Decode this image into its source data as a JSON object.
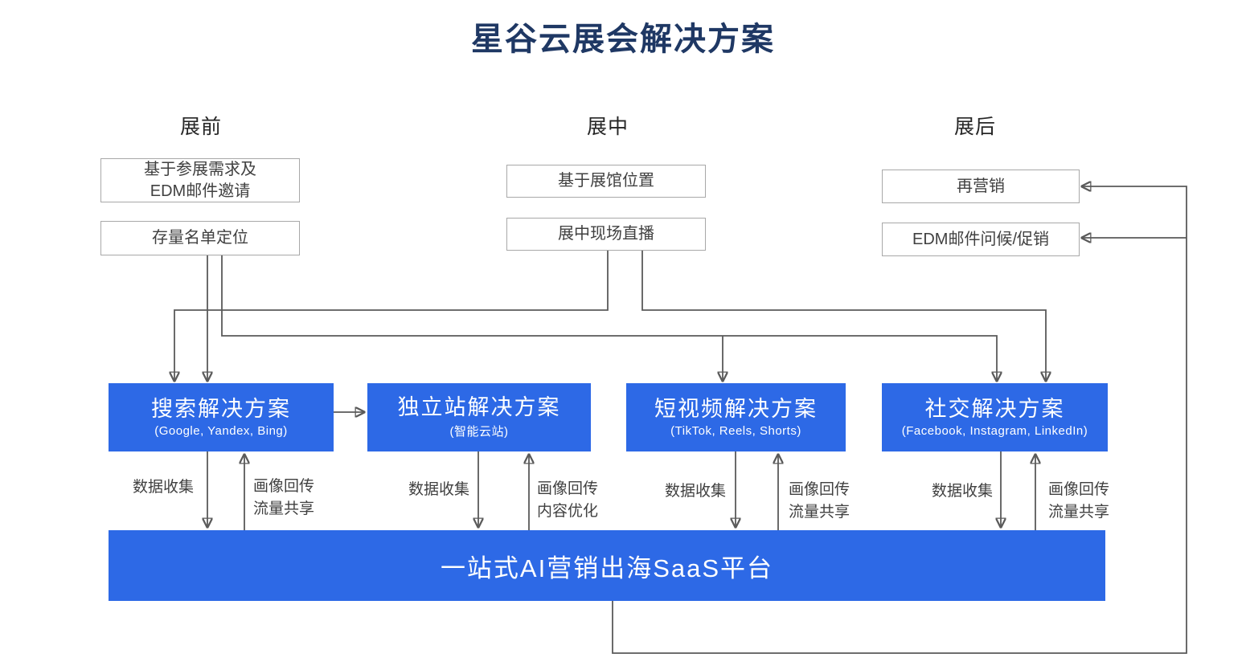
{
  "title": "星谷云展会解决方案",
  "phases": {
    "before": {
      "header": "展前",
      "box1": "基于参展需求及\nEDM邮件邀请",
      "box2": "存量名单定位"
    },
    "during": {
      "header": "展中",
      "box1": "基于展馆位置",
      "box2": "展中现场直播"
    },
    "after": {
      "header": "展后",
      "box1": "再营销",
      "box2": "EDM邮件问候/促销"
    }
  },
  "solutions": {
    "search": {
      "title": "搜索解决方案",
      "subtitle": "(Google, Yandex, Bing)"
    },
    "website": {
      "title": "独立站解决方案",
      "subtitle": "(智能云站)"
    },
    "video": {
      "title": "短视频解决方案",
      "subtitle": "(TikTok, Reels, Shorts)"
    },
    "social": {
      "title": "社交解决方案",
      "subtitle": "(Facebook, Instagram, LinkedIn)"
    }
  },
  "flows": {
    "search": {
      "down": "数据收集",
      "up": "画像回传\n流量共享"
    },
    "website": {
      "down": "数据收集",
      "up": "画像回传\n内容优化"
    },
    "video": {
      "down": "数据收集",
      "up": "画像回传\n流量共享"
    },
    "social": {
      "down": "数据收集",
      "up": "画像回传\n流量共享"
    }
  },
  "platform": {
    "label": "一站式AI营销出海SaaS平台"
  },
  "colors": {
    "accent_blue": "#2d69e6",
    "title_navy": "#1f3864",
    "line_gray": "#5a5a5a",
    "border_gray": "#a8a8a8",
    "text_gray": "#404040"
  }
}
